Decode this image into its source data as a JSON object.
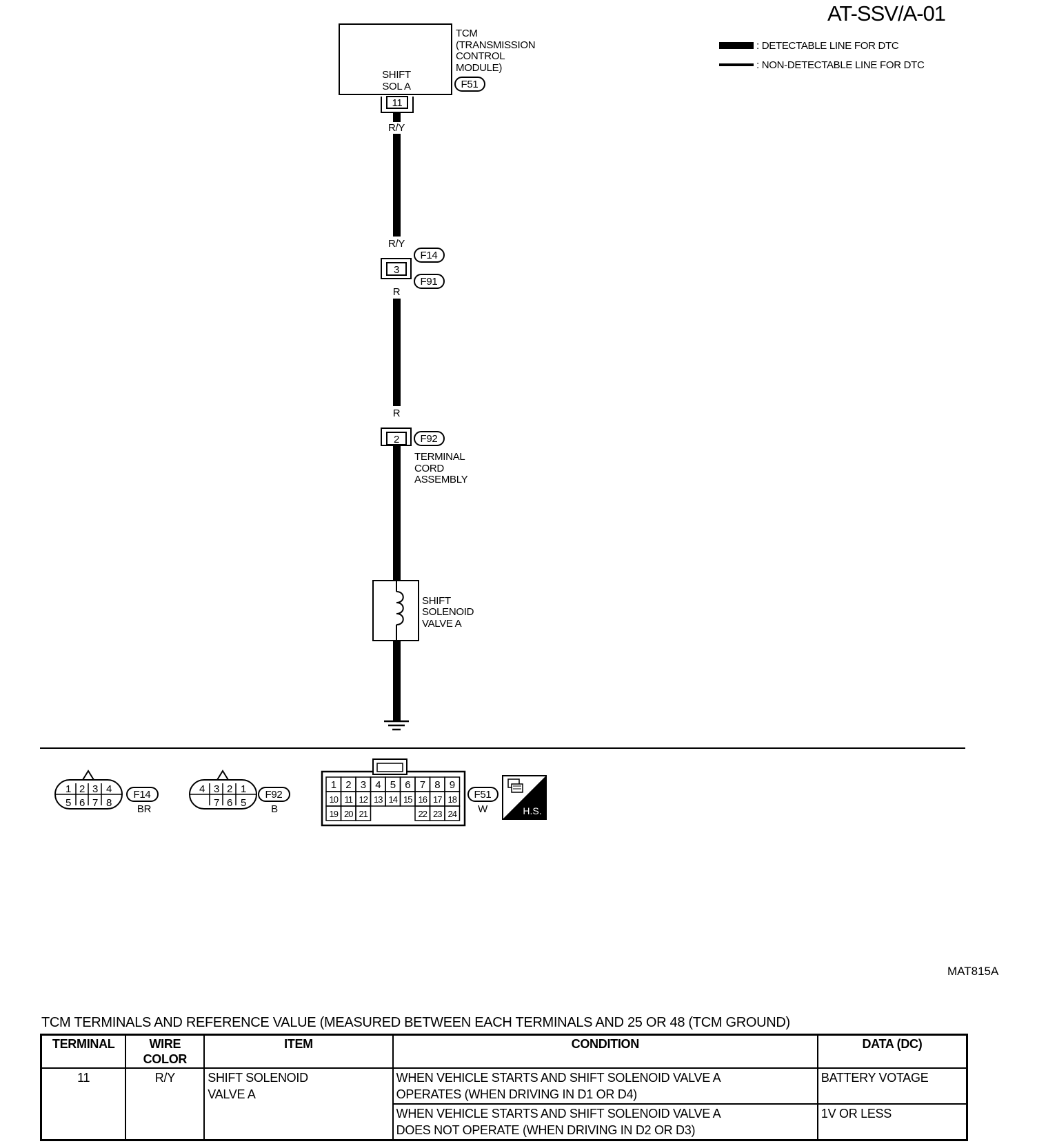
{
  "page_title": "AT-SSV/A-01",
  "figure_id": "MAT815A",
  "legend": [
    {
      "text": ": DETECTABLE LINE FOR DTC",
      "style": "thick"
    },
    {
      "text": ": NON-DETECTABLE LINE FOR DTC",
      "style": "thin"
    }
  ],
  "tcm": {
    "title_lines": [
      "TCM",
      "(TRANSMISSION",
      "CONTROL",
      "MODULE)"
    ],
    "inner_label_lines": [
      "SHIFT",
      "SOL A"
    ],
    "connector": "F51",
    "terminal": "11"
  },
  "wires": {
    "top_upper": "R/Y",
    "top_lower": "R/Y",
    "mid_upper": "R",
    "mid_lower": "R"
  },
  "joint_connector": {
    "terminal": "3",
    "connector_upper": "F14",
    "connector_lower": "F91"
  },
  "terminal_cord": {
    "terminal": "2",
    "connector": "F92",
    "label_lines": [
      "TERMINAL",
      "CORD",
      "ASSEMBLY"
    ]
  },
  "solenoid": {
    "label_lines": [
      "SHIFT",
      "SOLENOID",
      "VALVE A"
    ]
  },
  "connector_views": [
    {
      "id": "F14",
      "color": "BR",
      "rows": [
        [
          "1",
          "2",
          "3",
          "4"
        ],
        [
          "5",
          "6",
          "7",
          "8"
        ]
      ]
    },
    {
      "id": "F92",
      "color": "B",
      "rows": [
        [
          "4",
          "3",
          "2",
          "1"
        ],
        [
          "",
          "7",
          "6",
          "5"
        ]
      ]
    },
    {
      "id": "F51",
      "color": "W",
      "rows": [
        [
          "1",
          "2",
          "3",
          "4",
          "5",
          "6",
          "7",
          "8",
          "9"
        ],
        [
          "10",
          "11",
          "12",
          "13",
          "14",
          "15",
          "16",
          "17",
          "18"
        ],
        [
          "19",
          "20",
          "21",
          "",
          "",
          "",
          "22",
          "23",
          "24"
        ]
      ]
    }
  ],
  "hs_badge": "H.S.",
  "table": {
    "title": "TCM TERMINALS AND REFERENCE VALUE (MEASURED BETWEEN EACH TERMINALS AND 25 OR 48 (TCM GROUND)",
    "headers": [
      "TERMINAL",
      "WIRE COLOR",
      "ITEM",
      "CONDITION",
      "DATA (DC)"
    ],
    "terminal": "11",
    "wire_color": "R/Y",
    "item_lines": [
      "SHIFT SOLENOID",
      "VALVE A"
    ],
    "rows": [
      {
        "condition_lines": [
          "WHEN VEHICLE STARTS AND SHIFT SOLENOID VALVE A",
          "OPERATES (WHEN DRIVING IN D1 OR D4)"
        ],
        "data": "BATTERY VOTAGE"
      },
      {
        "condition_lines": [
          "WHEN VEHICLE STARTS AND SHIFT SOLENOID VALVE A",
          "DOES NOT OPERATE (WHEN DRIVING IN D2 OR D3)"
        ],
        "data": "1V OR LESS"
      }
    ]
  }
}
